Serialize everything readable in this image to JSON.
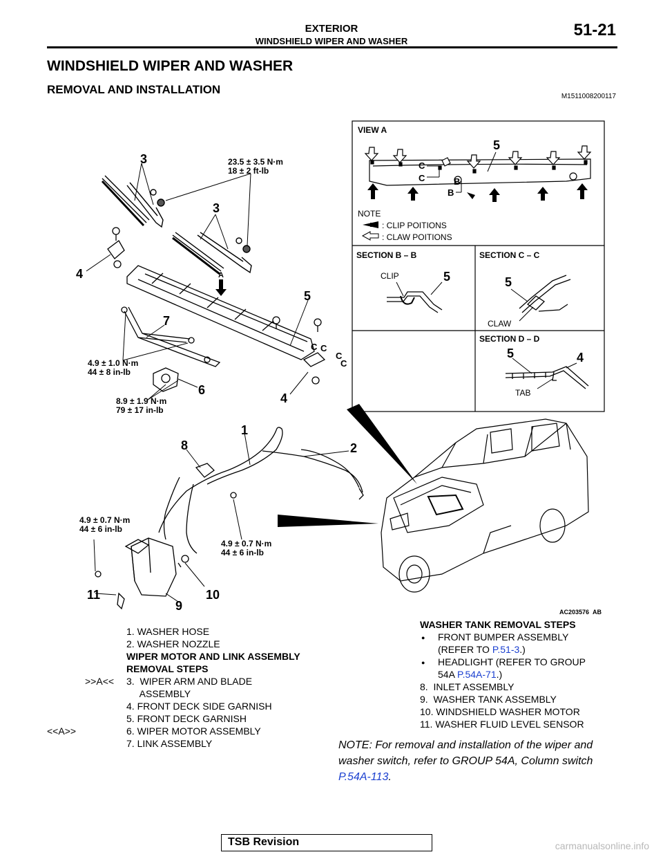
{
  "header": {
    "section": "EXTERIOR",
    "subsection": "WINDSHIELD WIPER AND WASHER",
    "page_number": "51-21"
  },
  "title": "WINDSHIELD WIPER AND WASHER",
  "subtitle": "REMOVAL AND INSTALLATION",
  "doc_id": "M1511008200117",
  "figure": {
    "figure_id": "AC203576",
    "figure_suffix": "AB",
    "view_a": {
      "title": "VIEW A",
      "note_label": "NOTE",
      "legend_clip": ": CLIP POITIONS",
      "legend_claw": ": CLAW POITIONS",
      "callout_5": "5",
      "letters": [
        "C",
        "C",
        "B",
        "B"
      ]
    },
    "section_bb": {
      "title": "SECTION B – B",
      "clip_label": "CLIP",
      "callout": "5"
    },
    "section_cc": {
      "title": "SECTION C – C",
      "claw_label": "CLAW",
      "callout": "5"
    },
    "section_dd": {
      "title": "SECTION D – D",
      "tab_label": "TAB",
      "callout_5": "5",
      "callout_4": "4"
    },
    "callouts": {
      "c1": "1",
      "c2": "2",
      "c3a": "3",
      "c3b": "3",
      "c4a": "4",
      "c4b": "4",
      "c5": "5",
      "c6": "6",
      "c7": "7",
      "c8": "8",
      "c9": "9",
      "c10": "10",
      "c11": "11",
      "view_arrow": "A",
      "c_letters": [
        "C",
        "C",
        "C",
        "C"
      ]
    },
    "torques": {
      "arm_nut_1": "23.5 ± 3.5 N·m",
      "arm_nut_2": "18 ± 2 ft-lb",
      "link_bolt_1": "4.9 ± 1.0 N·m",
      "link_bolt_2": "44 ± 8 in-lb",
      "motor_bolt_1": "8.9 ± 1.9 N·m",
      "motor_bolt_2": "79 ± 17 in-lb",
      "tank_bolt_left_1": "4.9 ± 0.7 N·m",
      "tank_bolt_left_2": "44 ± 6 in-lb",
      "tank_bolt_right_1": "4.9 ± 0.7 N·m",
      "tank_bolt_right_2": "44 ± 6 in-lb"
    }
  },
  "left_steps": [
    {
      "marker": "",
      "text": "1.  WASHER HOSE"
    },
    {
      "marker": "",
      "text": "2.  WASHER NOZZLE"
    },
    {
      "marker": "",
      "text": "WIPER MOTOR AND LINK ASSEMBLY"
    },
    {
      "marker": "",
      "text": "REMOVAL STEPS"
    },
    {
      "marker": ">>A<<",
      "text": "3.  WIPER ARM AND BLADE"
    },
    {
      "marker": "",
      "text": "     ASSEMBLY"
    },
    {
      "marker": "",
      "text": "4.  FRONT DECK SIDE GARNISH"
    },
    {
      "marker": "",
      "text": "5.  FRONT DECK GARNISH"
    },
    {
      "marker": "<<A>>",
      "text": "6.  WIPER MOTOR ASSEMBLY"
    },
    {
      "marker": "",
      "text": "7.  LINK ASSEMBLY"
    }
  ],
  "right_steps": {
    "heading": "WASHER TANK REMOVAL STEPS",
    "bullet1_a": "FRONT BUMPER ASSEMBLY",
    "bullet1_b": "(REFER TO ",
    "bullet1_link": "P.51-3",
    "bullet1_c": ".)",
    "bullet2_a": "HEADLIGHT (REFER TO GROUP",
    "bullet2_b": "54A ",
    "bullet2_link": "P.54A-71",
    "bullet2_c": ".)",
    "items": [
      "8.  INLET ASSEMBLY",
      "9.  WASHER TANK ASSEMBLY",
      "10. WINDSHIELD WASHER MOTOR",
      "11. WASHER FLUID LEVEL SENSOR"
    ]
  },
  "note": {
    "line1": "NOTE: For removal and installation of the wiper and",
    "line2": "washer switch, refer to GROUP 54A, Column switch",
    "link": "P.54A-113",
    "tail": "."
  },
  "footer": {
    "label": "TSB Revision"
  },
  "watermark": "carmanualsonline.info"
}
